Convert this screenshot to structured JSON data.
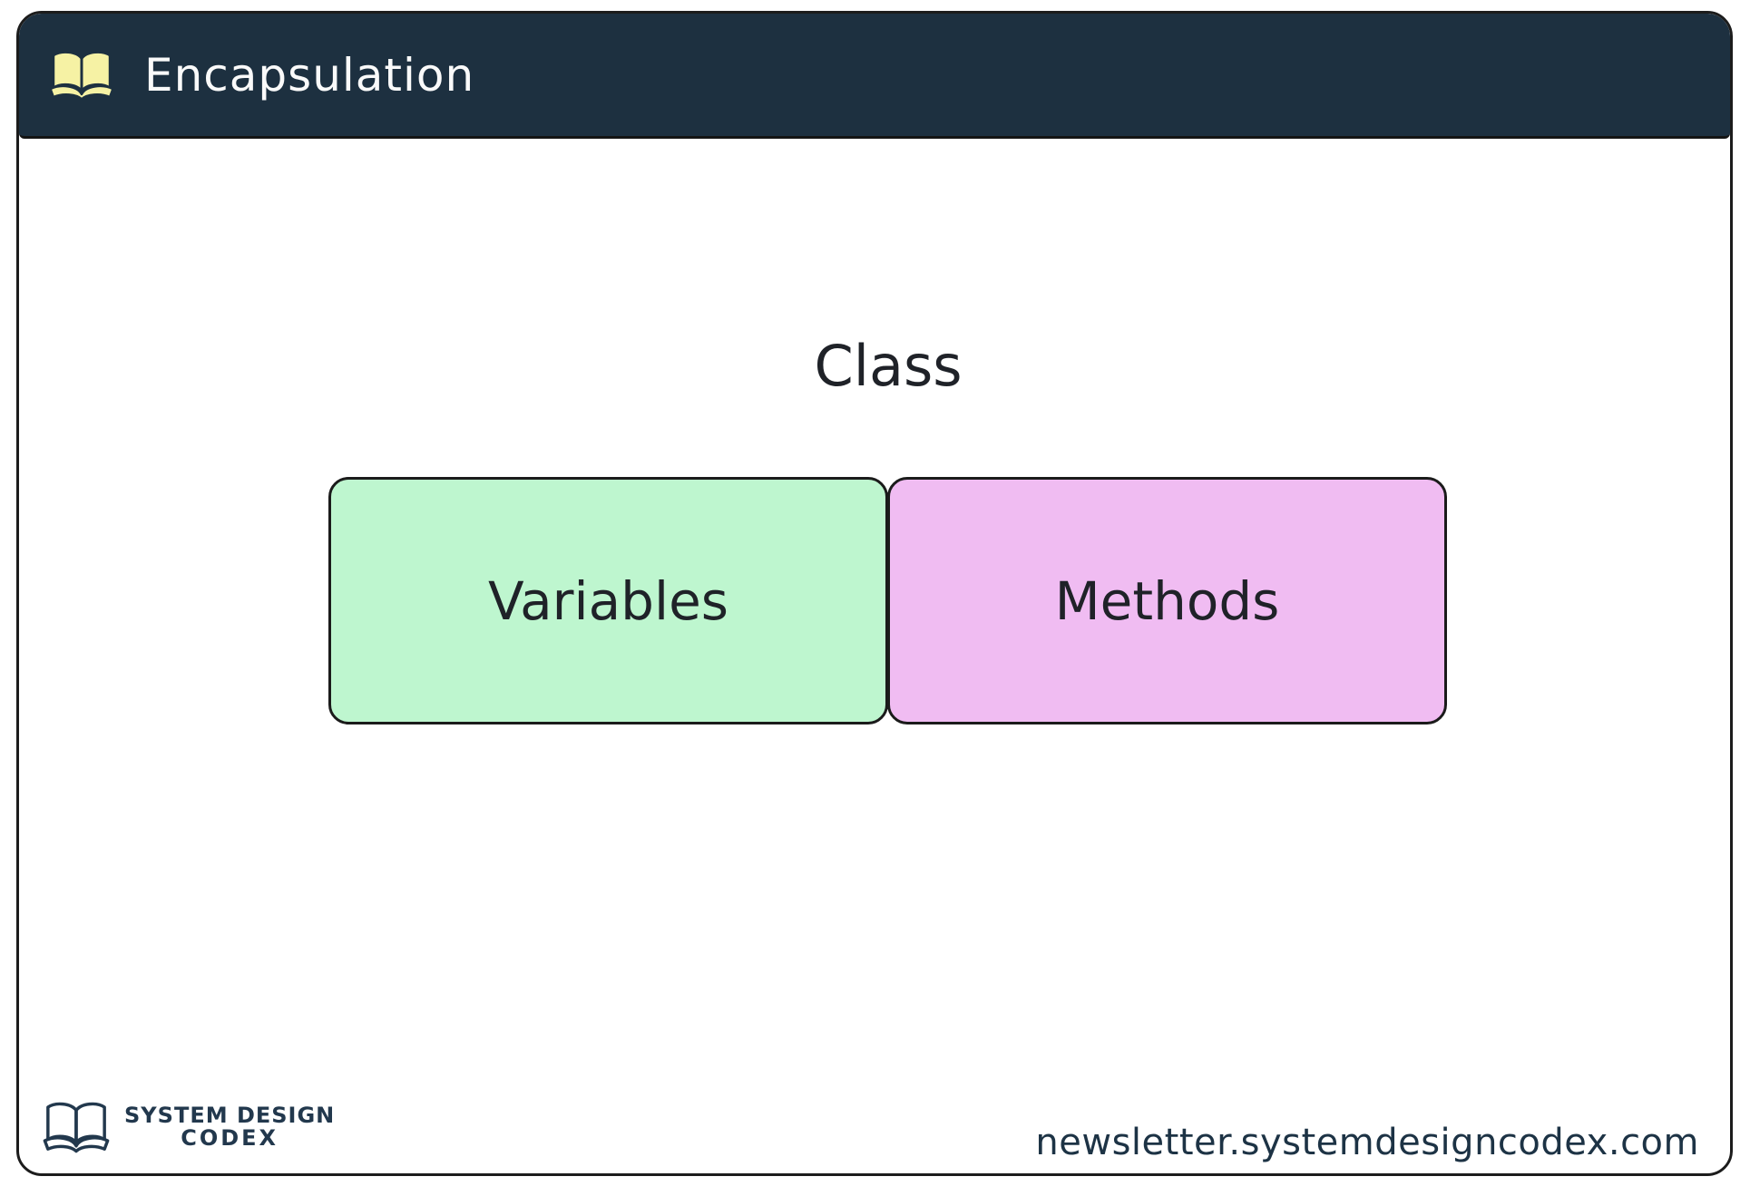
{
  "header": {
    "title": "Encapsulation",
    "icon": "open-book-icon",
    "background_color": "#1d3040",
    "icon_color": "#f6f2a4",
    "title_color": "#fafafa"
  },
  "diagram": {
    "class_label": "Class",
    "boxes": [
      {
        "label": "Variables",
        "fill_color": "#bef6cf",
        "border_color": "#1b1b1b"
      },
      {
        "label": "Methods",
        "fill_color": "#f0bcf2",
        "border_color": "#1b1b1b"
      }
    ],
    "text_color": "#1f2228"
  },
  "footer": {
    "logo": {
      "icon": "open-book-icon",
      "line1": "SYSTEM DESIGN",
      "line2": "CODEX",
      "color": "#22384d"
    },
    "website": "newsletter.systemdesigncodex.com",
    "website_color": "#1d3345"
  }
}
